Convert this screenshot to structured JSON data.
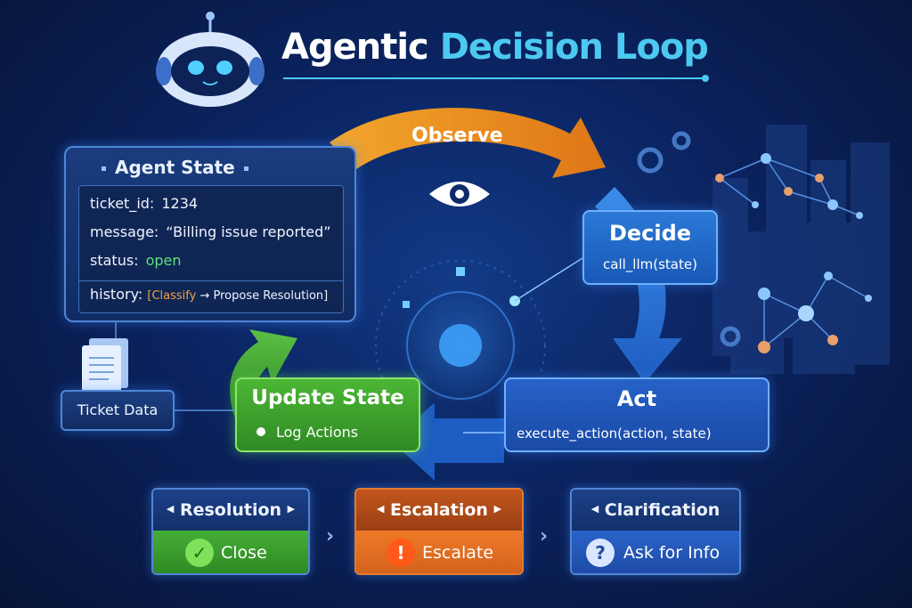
{
  "title": {
    "part1": "Agentic",
    "part2": "Decision Loop"
  },
  "colors": {
    "accent": "#4cc9f0",
    "observe": "#f0901c",
    "decide": "#2b78d6",
    "update": "#44b035",
    "escalate": "#ee7a28"
  },
  "agent_state": {
    "heading": "Agent State",
    "fields": [
      {
        "key": "ticket_id:",
        "value": "1234"
      },
      {
        "key": "message:",
        "value": "“Billing issue reported”"
      },
      {
        "key": "status:",
        "value": "open"
      }
    ],
    "history_key": "history:",
    "history_open": "[",
    "history_item1": "Classify",
    "history_arrow": "→",
    "history_item2": "Propose Resolution",
    "history_close": "]"
  },
  "ticket_data": {
    "label": "Ticket Data",
    "icon": "document-icon"
  },
  "loop": {
    "observe": {
      "label": "Observe",
      "icon": "eye-icon"
    },
    "decide": {
      "label": "Decide",
      "call": "call_llm(state)"
    },
    "act": {
      "label": "Act",
      "call": "execute_action(action, state)"
    },
    "update": {
      "label": "Update State",
      "item": "Log Actions"
    }
  },
  "outcomes": [
    {
      "label": "Resolution",
      "action": "Close",
      "icon": "check-icon"
    },
    {
      "label": "Escalation",
      "action": "Escalate",
      "icon": "exclamation-icon"
    },
    {
      "label": "Clarification",
      "action": "Ask for Info",
      "icon": "question-icon"
    }
  ]
}
